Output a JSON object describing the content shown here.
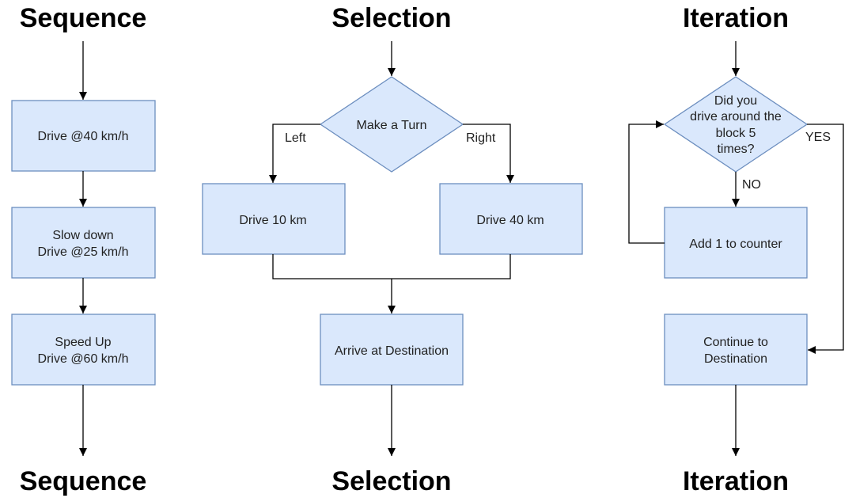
{
  "columns": {
    "sequence": {
      "title_top": "Sequence",
      "title_bottom": "Sequence",
      "steps": [
        {
          "lines": [
            "Drive @40 km/h"
          ]
        },
        {
          "lines": [
            "Slow down",
            "Drive @25 km/h"
          ]
        },
        {
          "lines": [
            "Speed Up",
            "Drive @60 km/h"
          ]
        }
      ]
    },
    "selection": {
      "title_top": "Selection",
      "title_bottom": "Selection",
      "decision": "Make a Turn",
      "left_label": "Left",
      "right_label": "Right",
      "left_box": "Drive 10 km",
      "right_box": "Drive 40 km",
      "end_box": "Arrive at Destination"
    },
    "iteration": {
      "title_top": "Iteration",
      "title_bottom": "Iteration",
      "decision_lines": [
        "Did you",
        "drive around the",
        "block 5",
        "times?"
      ],
      "yes_label": "YES",
      "no_label": "NO",
      "loop_box": "Add 1 to counter",
      "end_box_lines": [
        "Continue to",
        "Destination"
      ]
    }
  },
  "colors": {
    "box_fill": "#dae8fc",
    "box_stroke": "#6c8ebf",
    "line": "#000000"
  }
}
